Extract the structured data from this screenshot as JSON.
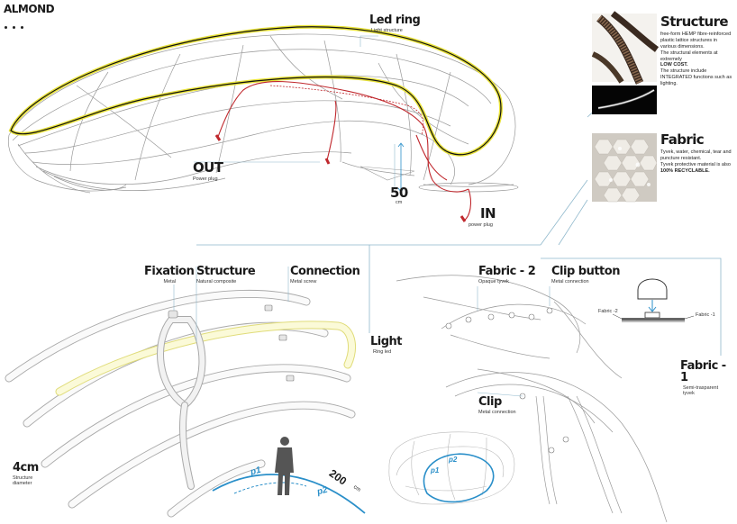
{
  "header": {
    "title": "ALMOND"
  },
  "overview": {
    "led_ring": {
      "title": "Led ring",
      "sub": "Light structure"
    },
    "out": {
      "title": "OUT",
      "sub": "Power plug"
    },
    "height": {
      "value": "50",
      "unit": "cm"
    },
    "in": {
      "title": "IN",
      "sub": "power plug"
    }
  },
  "structure_panel": {
    "title": "Structure",
    "desc_1": "free-form HEMP fibre-reinforced plastic lattice structures in various dimensions.",
    "desc_2": "The structural elements at extremely",
    "desc_3": "LOW COST.",
    "desc_4": "The structure include INTEGRATED functions such as lighting."
  },
  "fabric_panel": {
    "title": "Fabric",
    "desc_1": "Tyvek, water, chemical, tear and puncture resistant.",
    "desc_2": "Tyvek protective material is also",
    "desc_3": "100% RECYCLABLE."
  },
  "detail_left": {
    "fixation": {
      "title": "Fixation",
      "sub": "Metal"
    },
    "structure": {
      "title": "Structure",
      "sub": "Natural composite"
    },
    "connection": {
      "title": "Connection",
      "sub": "Metal screw"
    },
    "light": {
      "title": "Light",
      "sub": "Ring led"
    },
    "diameter": {
      "title": "4cm",
      "sub": "Structure diameter"
    },
    "p1": "p1",
    "p2": "p2",
    "length": "200",
    "length_unit": "cm"
  },
  "detail_right": {
    "fabric2": {
      "title": "Fabric - 2",
      "sub": "Opaque tyvek"
    },
    "clip_button": {
      "title": "Clip button",
      "sub": "Metal connection"
    },
    "fabric_small_left": "Fabric -2",
    "fabric_small_right": "Fabric -1",
    "fabric1": {
      "title": "Fabric - 1",
      "sub": "Semi-trasparent tyvek"
    },
    "clip": {
      "title": "Clip",
      "sub": "Metal connection"
    },
    "p1": "p1",
    "p2": "p2"
  },
  "colors": {
    "led": "#e8e23a",
    "cable": "#c0282d",
    "blue": "#2a8fc9",
    "line": "#8fb8cc"
  }
}
